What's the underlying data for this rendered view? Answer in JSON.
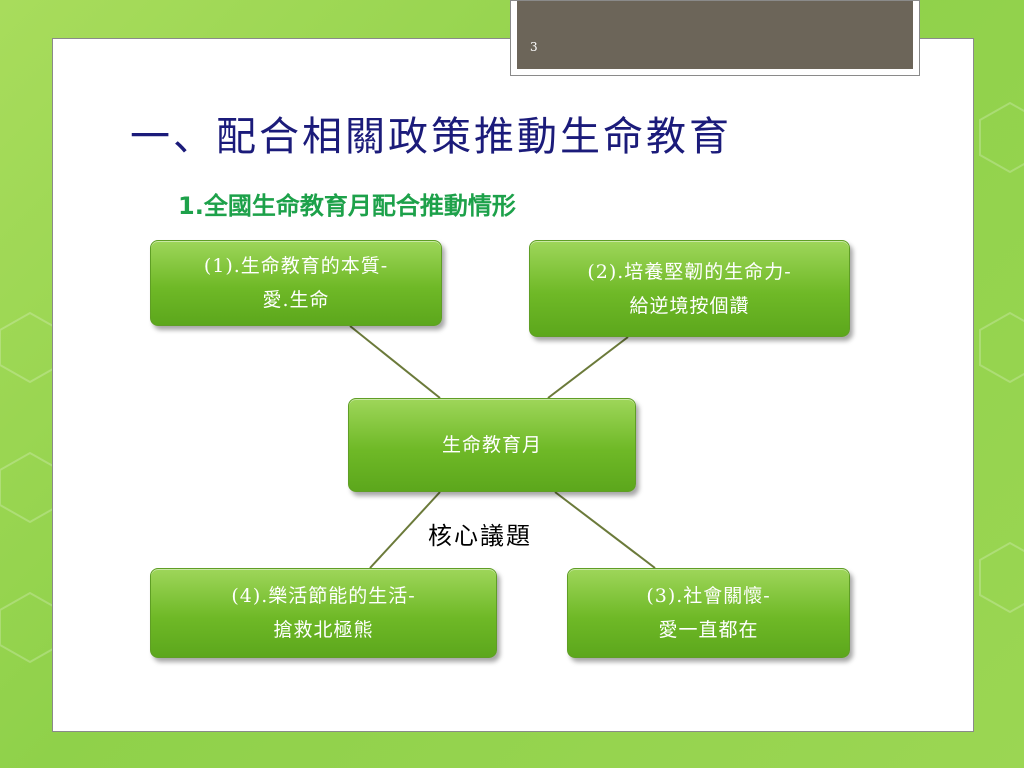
{
  "slide": {
    "page_number": "3",
    "title": "一、配合相關政策推動生命教育",
    "subtitle": "1.全國生命教育月配合推動情形"
  },
  "diagram": {
    "center": {
      "text": "生命教育月"
    },
    "connector_label": "核心議題",
    "nodes": [
      {
        "line1": "(1).生命教育的本質-",
        "line2": "愛.生命"
      },
      {
        "line1": "(2).培養堅韌的生命力-",
        "line2": "給逆境按個讚"
      },
      {
        "line1": "(3).社會關懷-",
        "line2": "愛一直都在"
      },
      {
        "line1": "(4).樂活節能的生活-",
        "line2": "搶救北極熊"
      }
    ]
  },
  "colors": {
    "background": "#9bd653",
    "title": "#1b1b7a",
    "subtitle": "#1da14a",
    "node_fill": "#6fb927",
    "connector": "#6b7a3a",
    "tab": "#6c6559"
  }
}
